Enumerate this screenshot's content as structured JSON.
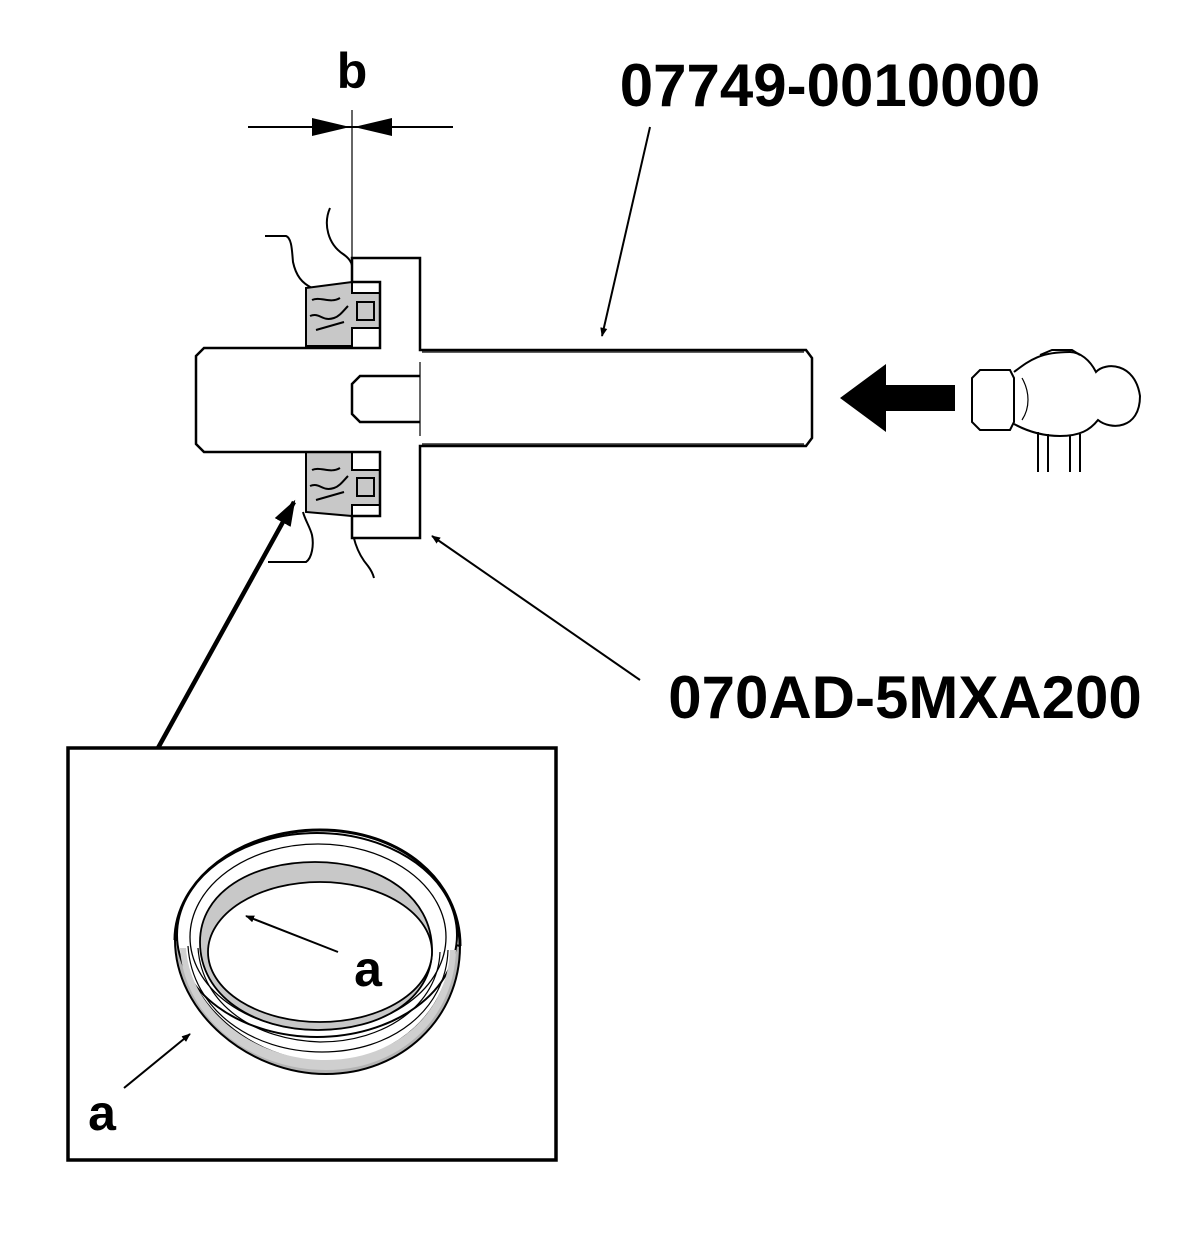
{
  "labels": {
    "dimension": "b",
    "driver_handle": "07749-0010000",
    "installer_attachment": "070AD-5MXA200",
    "seal_inner_surface": "a",
    "seal_outer_surface": "a"
  },
  "colors": {
    "line": "#000000",
    "seal_fill": "#c8c8c8",
    "seal_dark": "#a9a9a9",
    "background": "#ffffff"
  },
  "icons": {
    "mallet": "hammer-icon",
    "direction_arrow": "arrow-left-icon"
  }
}
